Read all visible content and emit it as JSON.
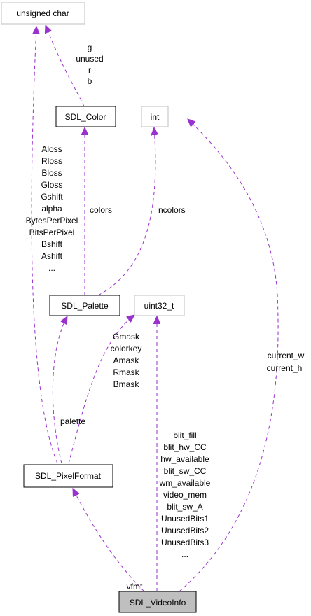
{
  "nodes": {
    "unsigned_char": {
      "label": "unsigned char",
      "style": "gray"
    },
    "sdl_color": {
      "label": "SDL_Color",
      "style": "black"
    },
    "int": {
      "label": "int",
      "style": "gray"
    },
    "sdl_palette": {
      "label": "SDL_Palette",
      "style": "black"
    },
    "uint32_t": {
      "label": "uint32_t",
      "style": "gray"
    },
    "sdl_pixelformat": {
      "label": "SDL_PixelFormat",
      "style": "black"
    },
    "sdl_videoinfo": {
      "label": "SDL_VideoInfo",
      "style": "focus"
    }
  },
  "edges": {
    "color_to_uchar": {
      "from": "SDL_Color",
      "to": "unsigned char",
      "labels": [
        "g",
        "unused",
        "r",
        "b"
      ]
    },
    "pixfmt_to_uchar": {
      "from": "SDL_PixelFormat",
      "to": "unsigned char",
      "labels": [
        "Aloss",
        "Rloss",
        "Bloss",
        "Gloss",
        "Gshift",
        "alpha",
        "BytesPerPixel",
        "BitsPerPixel",
        "Bshift",
        "Ashift",
        "..."
      ]
    },
    "palette_to_color": {
      "from": "SDL_Palette",
      "to": "SDL_Color",
      "labels": [
        "colors"
      ]
    },
    "palette_to_int": {
      "from": "SDL_Palette",
      "to": "int",
      "labels": [
        "ncolors"
      ]
    },
    "pixfmt_to_palette": {
      "from": "SDL_PixelFormat",
      "to": "SDL_Palette",
      "labels": [
        "palette"
      ]
    },
    "pixfmt_to_uint32": {
      "from": "SDL_PixelFormat",
      "to": "uint32_t",
      "labels": [
        "Gmask",
        "colorkey",
        "Amask",
        "Rmask",
        "Bmask"
      ]
    },
    "videoinfo_to_uint32": {
      "from": "SDL_VideoInfo",
      "to": "uint32_t",
      "labels": [
        "blit_fill",
        "blit_hw_CC",
        "hw_available",
        "blit_sw_CC",
        "wm_available",
        "video_mem",
        "blit_sw_A",
        "UnusedBits1",
        "UnusedBits2",
        "UnusedBits3",
        "..."
      ]
    },
    "videoinfo_to_int": {
      "from": "SDL_VideoInfo",
      "to": "int",
      "labels": [
        "current_w",
        "current_h"
      ]
    },
    "videoinfo_to_pixfmt": {
      "from": "SDL_VideoInfo",
      "to": "SDL_PixelFormat",
      "labels": [
        "vfmt"
      ]
    }
  },
  "colors": {
    "edge": "#9a32cd",
    "gray_border": "#bfbfbf",
    "focus_fill": "#bfbfbf"
  }
}
